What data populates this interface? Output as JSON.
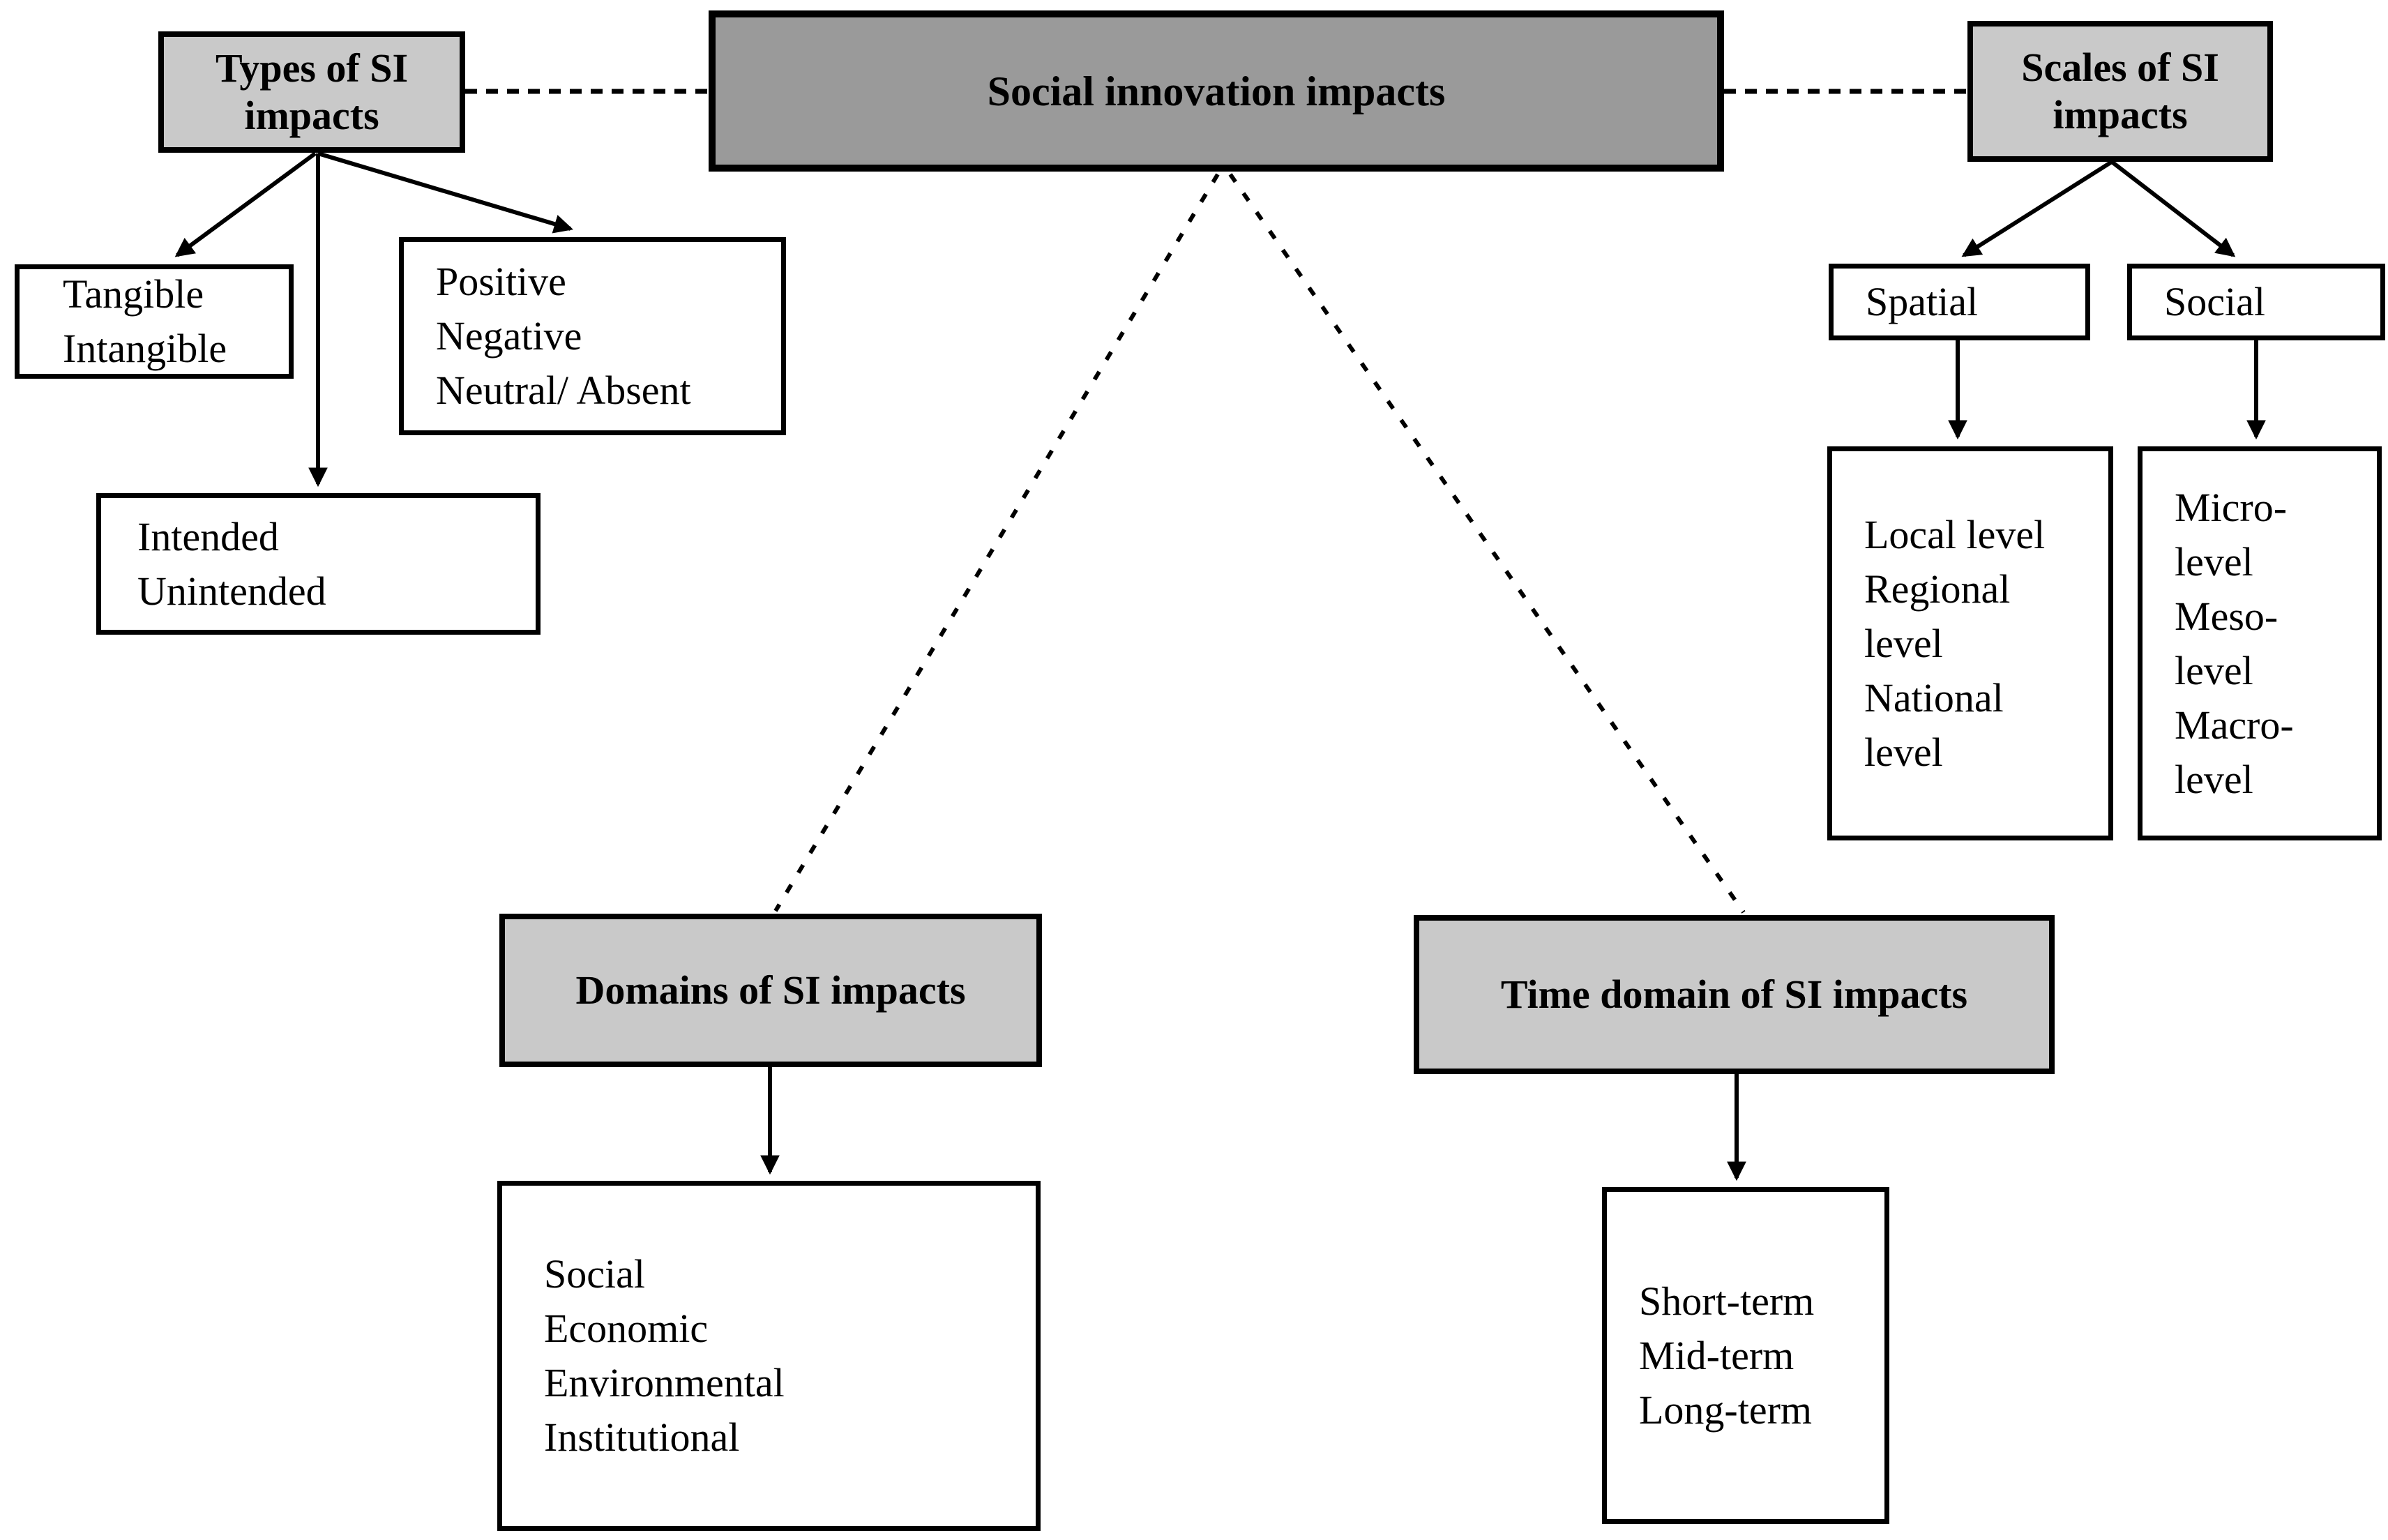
{
  "diagram": {
    "title": "Social innovation impacts",
    "colors": {
      "root_fill": "#9a9a9a",
      "header_fill": "#c9c9c9",
      "leaf_fill": "#ffffff",
      "border": "#000000",
      "text": "#000000",
      "background": "#ffffff"
    },
    "nodes": {
      "center": {
        "label": "Social innovation impacts"
      },
      "types": {
        "lines": [
          "Types of SI",
          "impacts"
        ]
      },
      "scales": {
        "lines": [
          "Scales of SI",
          "impacts"
        ]
      },
      "tangible": {
        "lines": [
          "Tangible",
          "Intangible"
        ]
      },
      "valence": {
        "lines": [
          "Positive",
          "Negative",
          "Neutral/ Absent"
        ]
      },
      "intention": {
        "lines": [
          "Intended",
          "Unintended"
        ]
      },
      "spatial": {
        "label": "Spatial"
      },
      "social_scale": {
        "label": "Social"
      },
      "spatial_levels": {
        "lines": [
          "Local level",
          "Regional",
          "level",
          "National",
          "level"
        ]
      },
      "social_levels": {
        "lines": [
          "Micro-",
          "level",
          "Meso-",
          "level",
          "Macro-",
          "level"
        ]
      },
      "domains": {
        "label": "Domains of SI impacts"
      },
      "domain_list": {
        "lines": [
          "Social",
          "Economic",
          "Environmental",
          "Institutional"
        ]
      },
      "time": {
        "label": "Time domain of SI impacts"
      },
      "time_list": {
        "lines": [
          "Short-term",
          "Mid-term",
          "Long-term"
        ]
      }
    }
  }
}
